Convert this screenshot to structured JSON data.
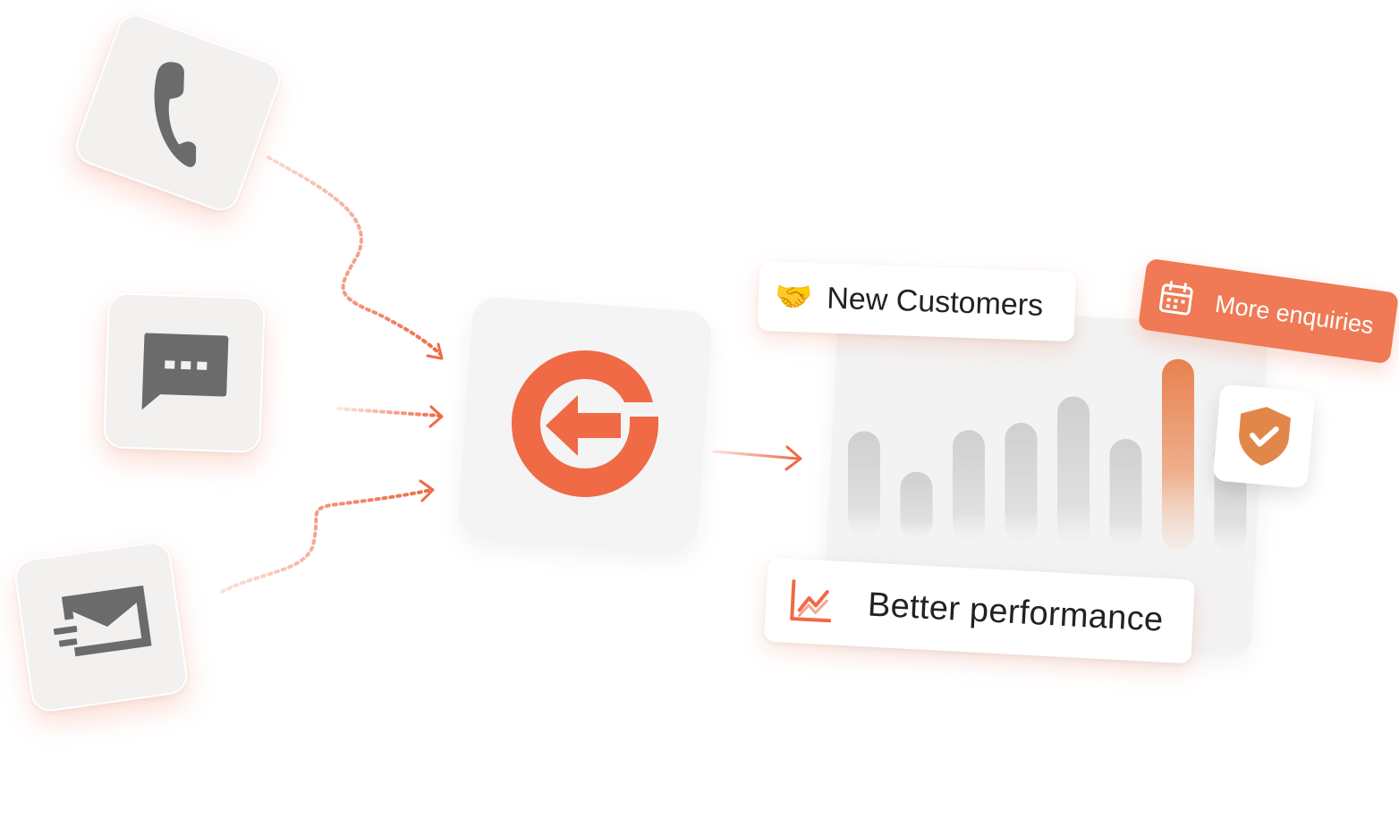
{
  "cards": {
    "new_customers": "New Customers",
    "more_enquiries": "More enquiries",
    "better_performance": "Better performance"
  },
  "icons": {
    "channels": [
      "phone-icon",
      "chat-bubble-icon",
      "send-mail-icon"
    ],
    "logo": "g-arrow-logo-icon",
    "handshake": "handshake-emoji",
    "calendar": "calendar-icon",
    "trend": "line-chart-icon",
    "shield": "shield-check-icon"
  },
  "chart_data": {
    "type": "bar",
    "bar_heights_relative": [
      0.55,
      0.35,
      0.58,
      0.63,
      0.78,
      0.57,
      1.0,
      0.6
    ],
    "highlight_index": 6
  },
  "colors": {
    "accent": "#ef6a45",
    "accent_light": "#ef7a55",
    "tile_bg": "#f2f1ef",
    "icon_gray": "#6b6b6b",
    "shield": "#e2874a"
  }
}
